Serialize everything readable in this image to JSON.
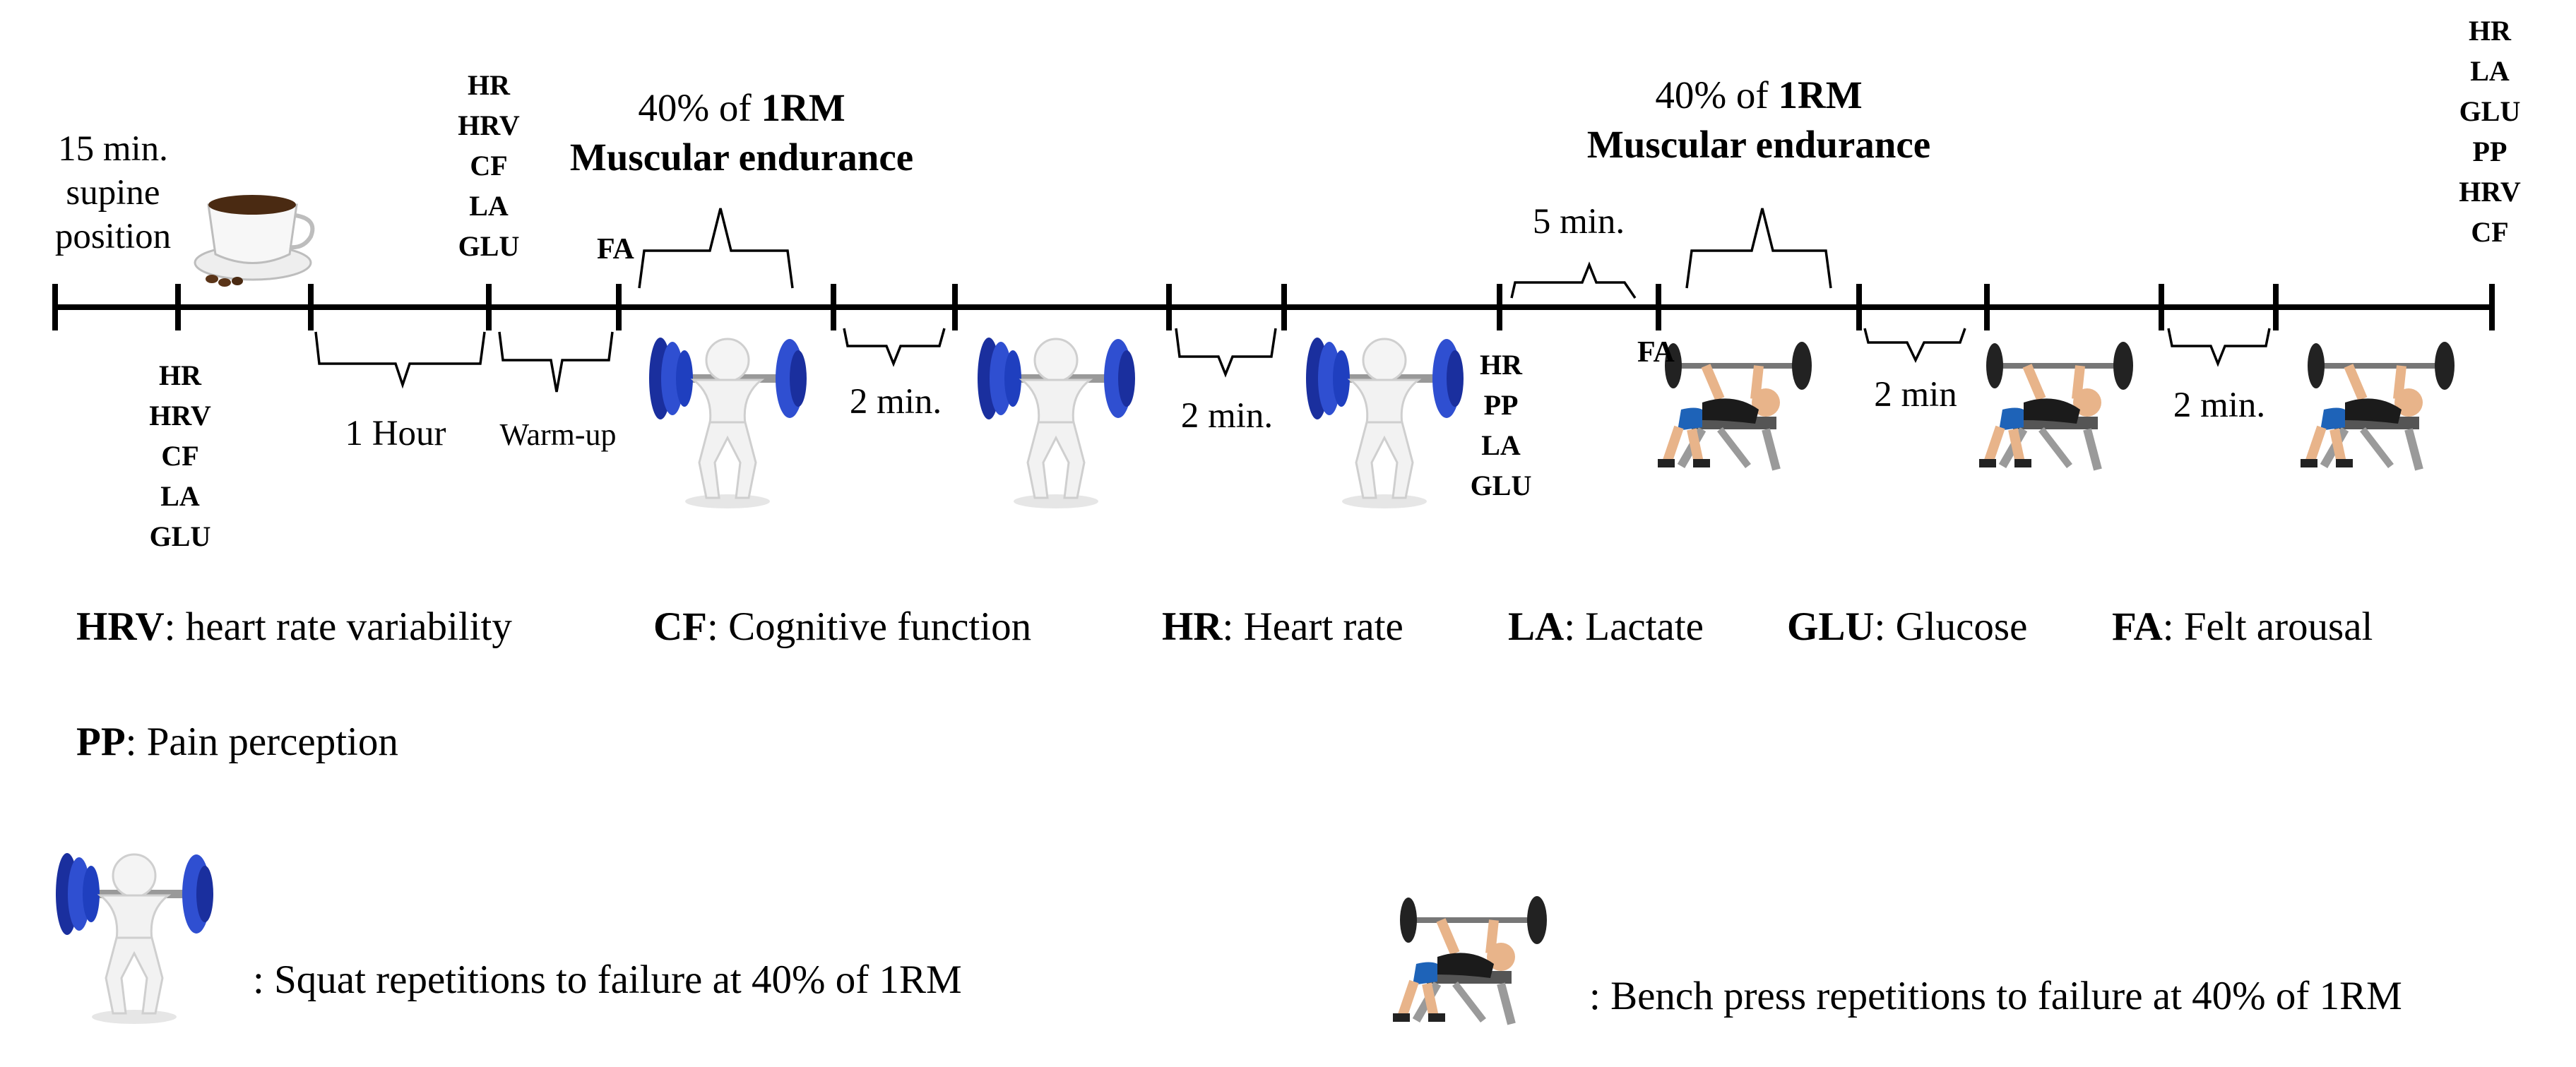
{
  "top_left_note": [
    "15 min.",
    "supine",
    "position"
  ],
  "blocks": [
    {
      "line1": "40% of ",
      "line1_bold": "1RM",
      "line2": "Muscular endurance"
    },
    {
      "line1": "40% of ",
      "line1_bold": "1RM",
      "line2": "Muscular endurance"
    }
  ],
  "interval_labels": {
    "hour": "1 Hour",
    "warmup": "Warm-up",
    "rest1": "2 min.",
    "rest2": "2 min.",
    "transition": "5 min.",
    "rest3": "2 min",
    "rest4": "2 min."
  },
  "fa_labels": {
    "first": "FA",
    "second": "FA"
  },
  "measurement_stacks": {
    "baseline_below": [
      "HR",
      "HRV",
      "CF",
      "LA",
      "GLU"
    ],
    "pre_warmup_above": [
      "HR",
      "HRV",
      "CF",
      "LA",
      "GLU"
    ],
    "after_squat_below": [
      "HR",
      "PP",
      "LA",
      "GLU"
    ],
    "final_above": [
      "HR",
      "LA",
      "GLU",
      "PP",
      "HRV",
      "CF"
    ]
  },
  "legend_abbrev": [
    {
      "abbr": "HRV",
      "text": ": heart rate variability"
    },
    {
      "abbr": "CF",
      "text": ": Cognitive function"
    },
    {
      "abbr": "HR",
      "text": ": Heart rate"
    },
    {
      "abbr": "LA",
      "text": ": Lactate"
    },
    {
      "abbr": "GLU",
      "text": ": Glucose"
    },
    {
      "abbr": "FA",
      "text": ": Felt arousal"
    },
    {
      "abbr": "PP",
      "text": ": Pain perception"
    }
  ],
  "icon_legend": {
    "squat": ": Squat repetitions to failure at 40% of 1RM",
    "bench": ": Bench press repetitions to failure at 40% of 1RM"
  },
  "colors": {
    "line": "#000000",
    "plate_blue": "#1f3fbf",
    "shirt_blue": "#1e63b8",
    "skin": "#e8b48a",
    "bench_gray": "#9a9a9a"
  }
}
